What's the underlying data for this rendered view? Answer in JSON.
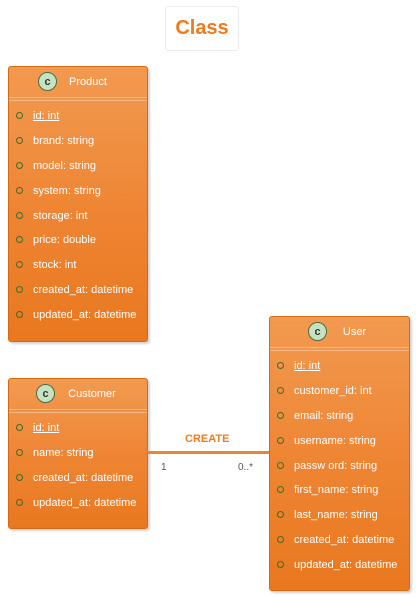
{
  "title": "Class",
  "colors": {
    "class_fill": "#ee8432",
    "class_border": "#d7690f",
    "badge_fill": "#c7e2c0",
    "accent_text": "#ef7b1f"
  },
  "classes": [
    {
      "badge": "c",
      "name": "Product",
      "attributes": [
        {
          "text": "id: int",
          "key": true
        },
        {
          "text": "brand: string",
          "key": false
        },
        {
          "text": "model: string",
          "key": false
        },
        {
          "text": "system: string",
          "key": false
        },
        {
          "text": "storage: int",
          "key": false
        },
        {
          "text": "price: double",
          "key": false
        },
        {
          "text": "stock: int",
          "key": false
        },
        {
          "text": "created_at: datetime",
          "key": false
        },
        {
          "text": "updated_at: datetime",
          "key": false
        }
      ]
    },
    {
      "badge": "c",
      "name": "Customer",
      "attributes": [
        {
          "text": "id: int",
          "key": true
        },
        {
          "text": "name: string",
          "key": false
        },
        {
          "text": "created_at: datetime",
          "key": false
        },
        {
          "text": "updated_at: datetime",
          "key": false
        }
      ]
    },
    {
      "badge": "c",
      "name": "User",
      "attributes": [
        {
          "text": "id: int",
          "key": true
        },
        {
          "text": "customer_id: int",
          "key": false
        },
        {
          "text": "email: string",
          "key": false
        },
        {
          "text": "username: string",
          "key": false
        },
        {
          "text": "passw ord: string",
          "key": false
        },
        {
          "text": "first_name: string",
          "key": false
        },
        {
          "text": "last_name: string",
          "key": false
        },
        {
          "text": "created_at: datetime",
          "key": false
        },
        {
          "text": "updated_at: datetime",
          "key": false
        }
      ]
    }
  ],
  "association": {
    "label": "CREATE",
    "source_multiplicity": "1",
    "target_multiplicity": "0..*"
  }
}
